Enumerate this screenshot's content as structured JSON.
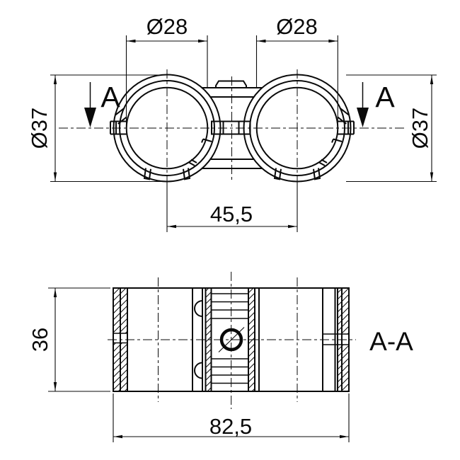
{
  "colors": {
    "ink": "#000000",
    "background": "#ffffff"
  },
  "top_view": {
    "dim_bore_left": "Ø28",
    "dim_bore_right": "Ø28",
    "dim_od_left": "Ø37",
    "dim_od_right": "Ø37",
    "dim_center_distance": "45,5",
    "section_arrow_left": "A",
    "section_arrow_right": "A"
  },
  "section_view": {
    "dim_height": "36",
    "dim_length": "82,5",
    "label": "A-A"
  }
}
